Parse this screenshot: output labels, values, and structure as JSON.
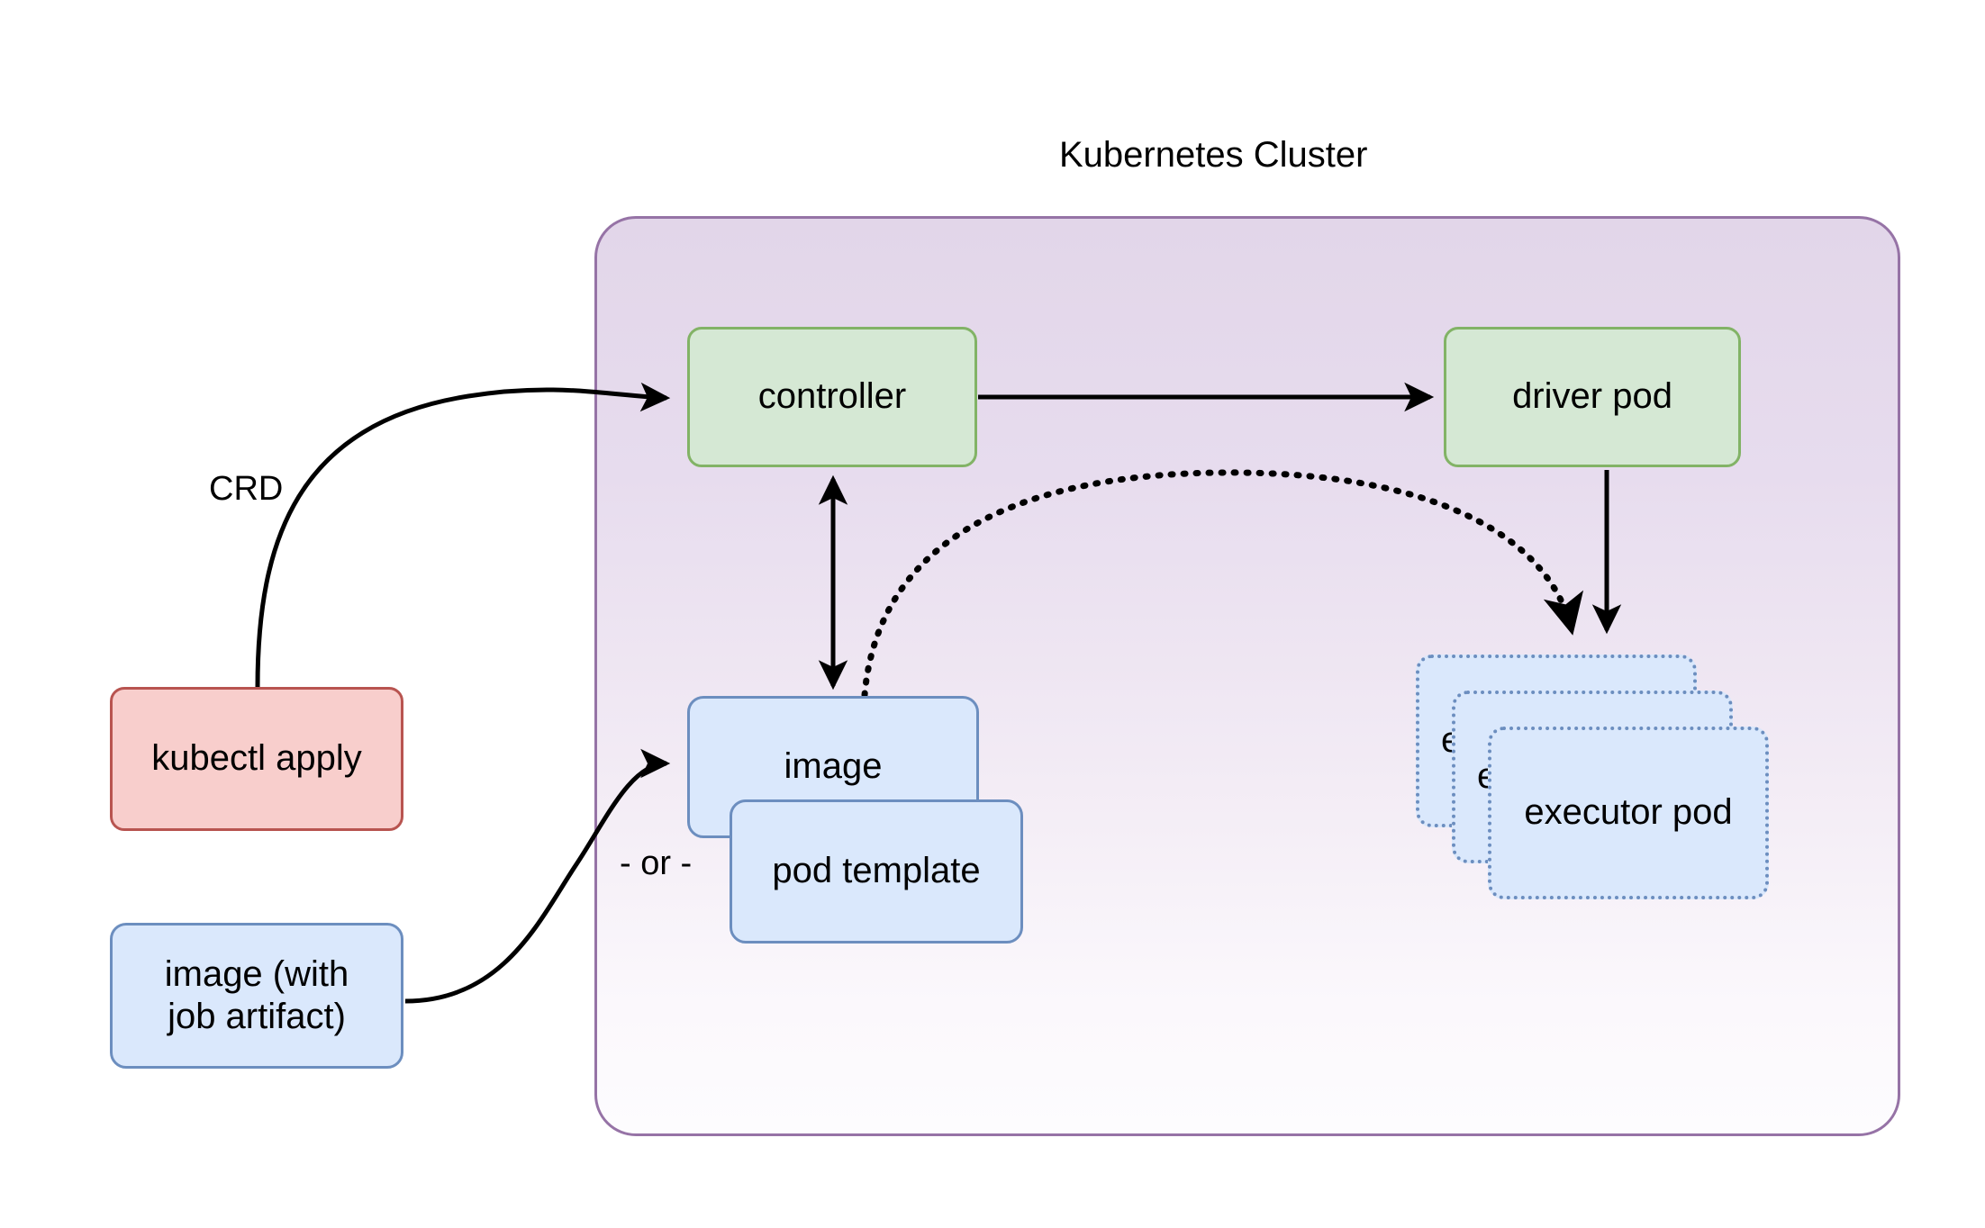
{
  "diagram": {
    "title": "Kubernetes Cluster",
    "background_color": "#ffffff",
    "cluster": {
      "label": "Kubernetes Cluster",
      "border_color": "#9673a6",
      "fill_top_color": "#e1d5e7",
      "fill_bottom_color": "#fdfcfe"
    },
    "palette": {
      "green_fill": "#d5e8d4",
      "green_stroke": "#82b366",
      "blue_fill": "#dae8fc",
      "blue_stroke": "#6c8ebf",
      "red_fill": "#f8cecc",
      "red_stroke": "#b85450",
      "purple_stroke": "#9673a6",
      "edge_color": "#000000"
    },
    "nodes": {
      "controller": {
        "label": "controller",
        "style": "green"
      },
      "driver_pod": {
        "label": "driver pod",
        "style": "green"
      },
      "image_in_cluster": {
        "label": "image",
        "style": "blue"
      },
      "pod_template": {
        "label": "pod template",
        "style": "blue"
      },
      "kubectl_apply": {
        "label": "kubectl apply",
        "style": "red"
      },
      "image_with_artifact": {
        "label": "image (with job artifact)",
        "line1": "image (with",
        "line2": "job artifact)",
        "style": "blue"
      },
      "executor_pods": {
        "style": "blue-dotted",
        "count": 3,
        "items": [
          {
            "label": "executor pod"
          },
          {
            "label": "executor pod"
          },
          {
            "label": "executor pod"
          }
        ]
      }
    },
    "edge_labels": {
      "crd": "CRD",
      "or": "- or -"
    },
    "edges": [
      {
        "from": "kubectl apply",
        "to": "controller",
        "label": "CRD",
        "style": "solid",
        "arrow": "single"
      },
      {
        "from": "controller",
        "to": "driver pod",
        "label": "",
        "style": "solid",
        "arrow": "single"
      },
      {
        "from": "controller",
        "to": "image",
        "label": "",
        "style": "solid",
        "arrow": "double"
      },
      {
        "from": "image",
        "to": "executor pods",
        "label": "",
        "style": "dotted",
        "arrow": "single"
      },
      {
        "from": "driver pod",
        "to": "executor pods",
        "label": "",
        "style": "solid",
        "arrow": "single"
      },
      {
        "from": "image (with job artifact)",
        "to": "image",
        "label": "- or -",
        "style": "solid",
        "arrow": "single"
      }
    ]
  }
}
